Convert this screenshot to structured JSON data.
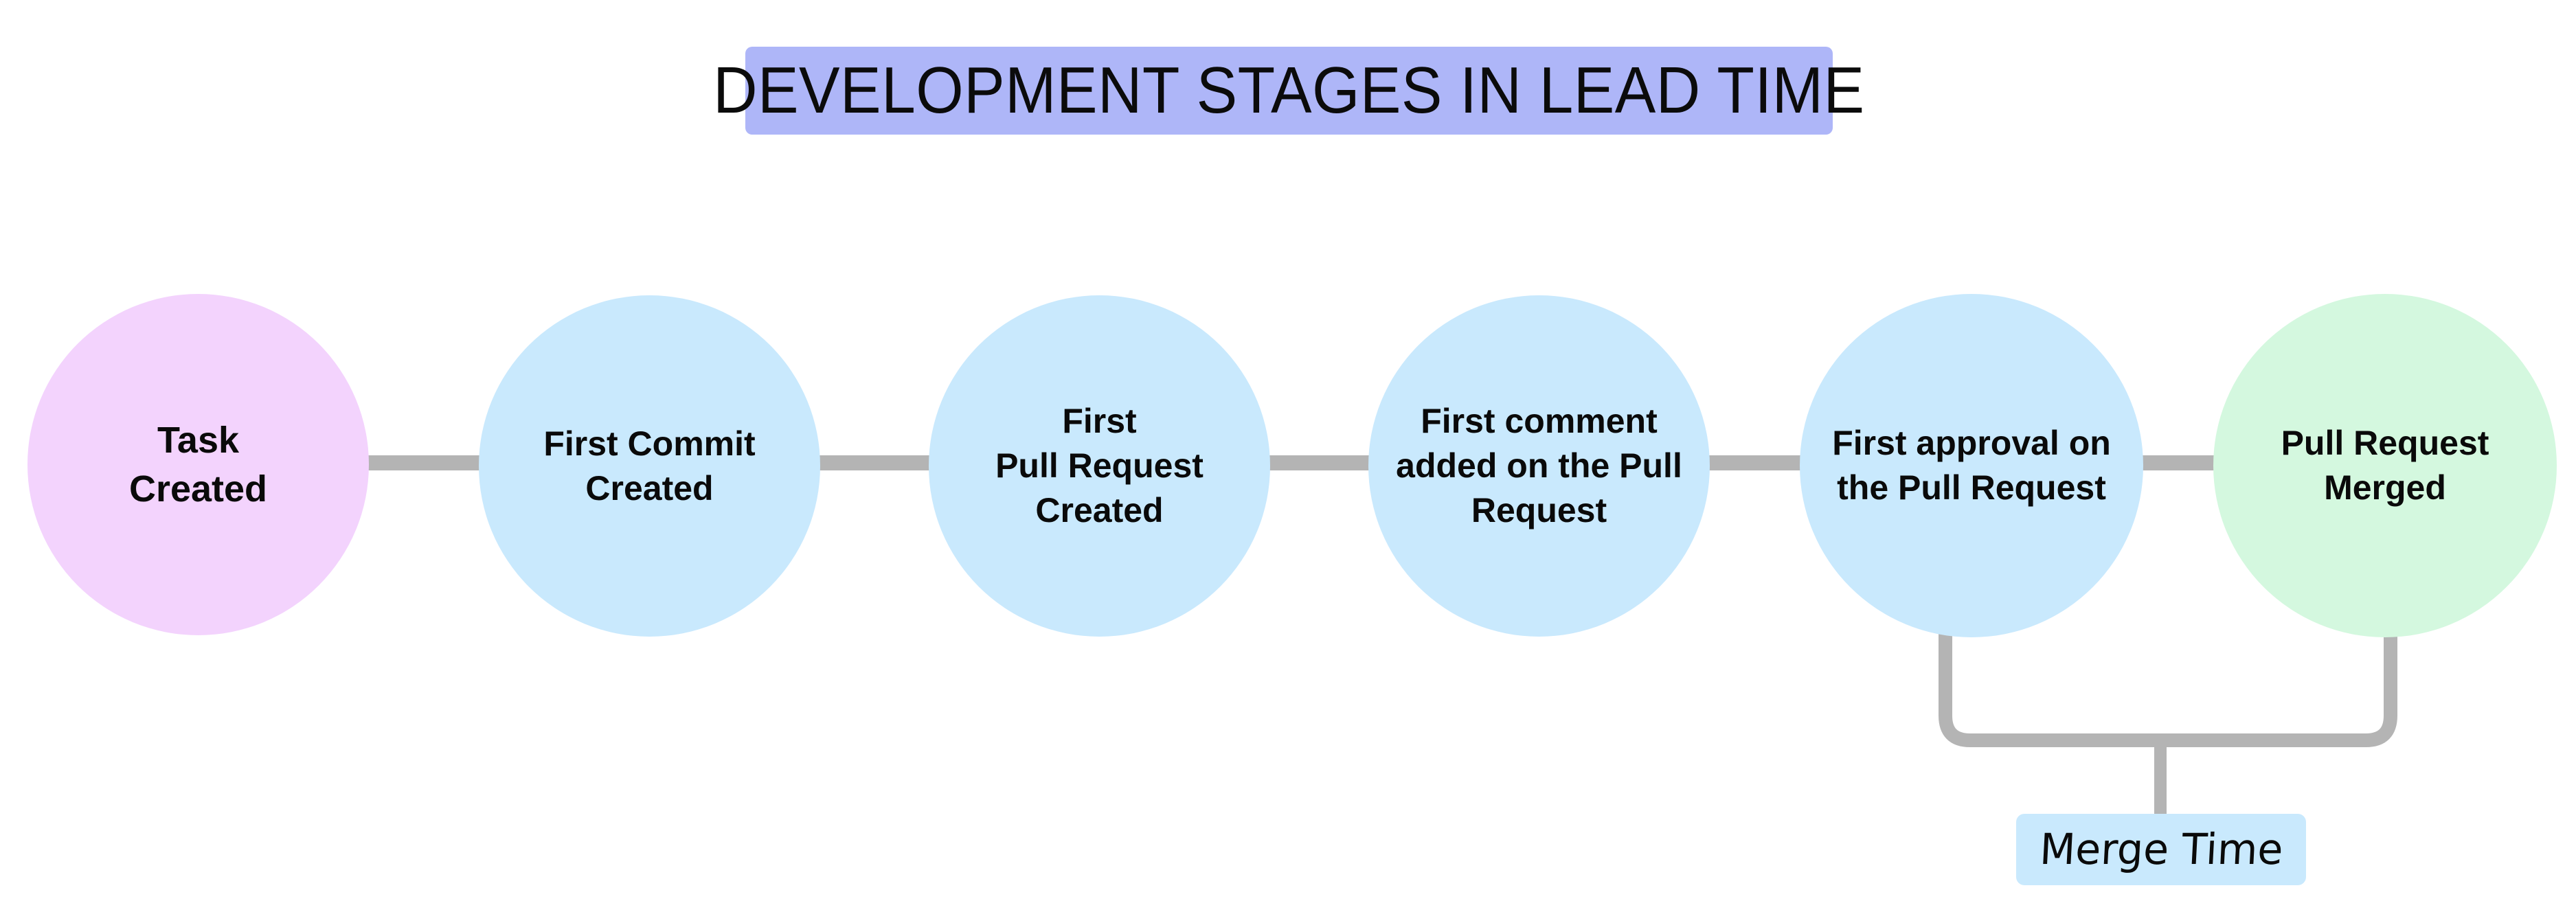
{
  "title": {
    "text": "DEVELOPMENT STAGES IN LEAD TIME",
    "background": "#aeb6f8",
    "text_color": "#0b0b0b"
  },
  "colors": {
    "page_background": "#ffffff",
    "start_node": "#f3d3fd",
    "middle_node": "#c9e9fd",
    "end_node": "#d4f8df",
    "connector": "#b4b4b4",
    "callout_background": "#c9e9fd"
  },
  "flow": {
    "nodes": [
      {
        "id": "task-created",
        "label": "Task\nCreated",
        "fill": "#f3d3fd"
      },
      {
        "id": "first-commit",
        "label": "First Commit\nCreated",
        "fill": "#c9e9fd"
      },
      {
        "id": "first-pull-request",
        "label": "First\nPull Request\nCreated",
        "fill": "#c9e9fd"
      },
      {
        "id": "first-comment",
        "label": "First comment\nadded on the Pull\nRequest",
        "fill": "#c9e9fd"
      },
      {
        "id": "first-approval",
        "label": "First approval on\nthe Pull Request",
        "fill": "#c9e9fd"
      },
      {
        "id": "pull-request-merged",
        "label": "Pull Request\nMerged",
        "fill": "#d4f8df"
      }
    ],
    "connector_count": 5
  },
  "callout": {
    "label": "Merge Time",
    "spans_from": "first-approval",
    "spans_to": "pull-request-merged"
  }
}
